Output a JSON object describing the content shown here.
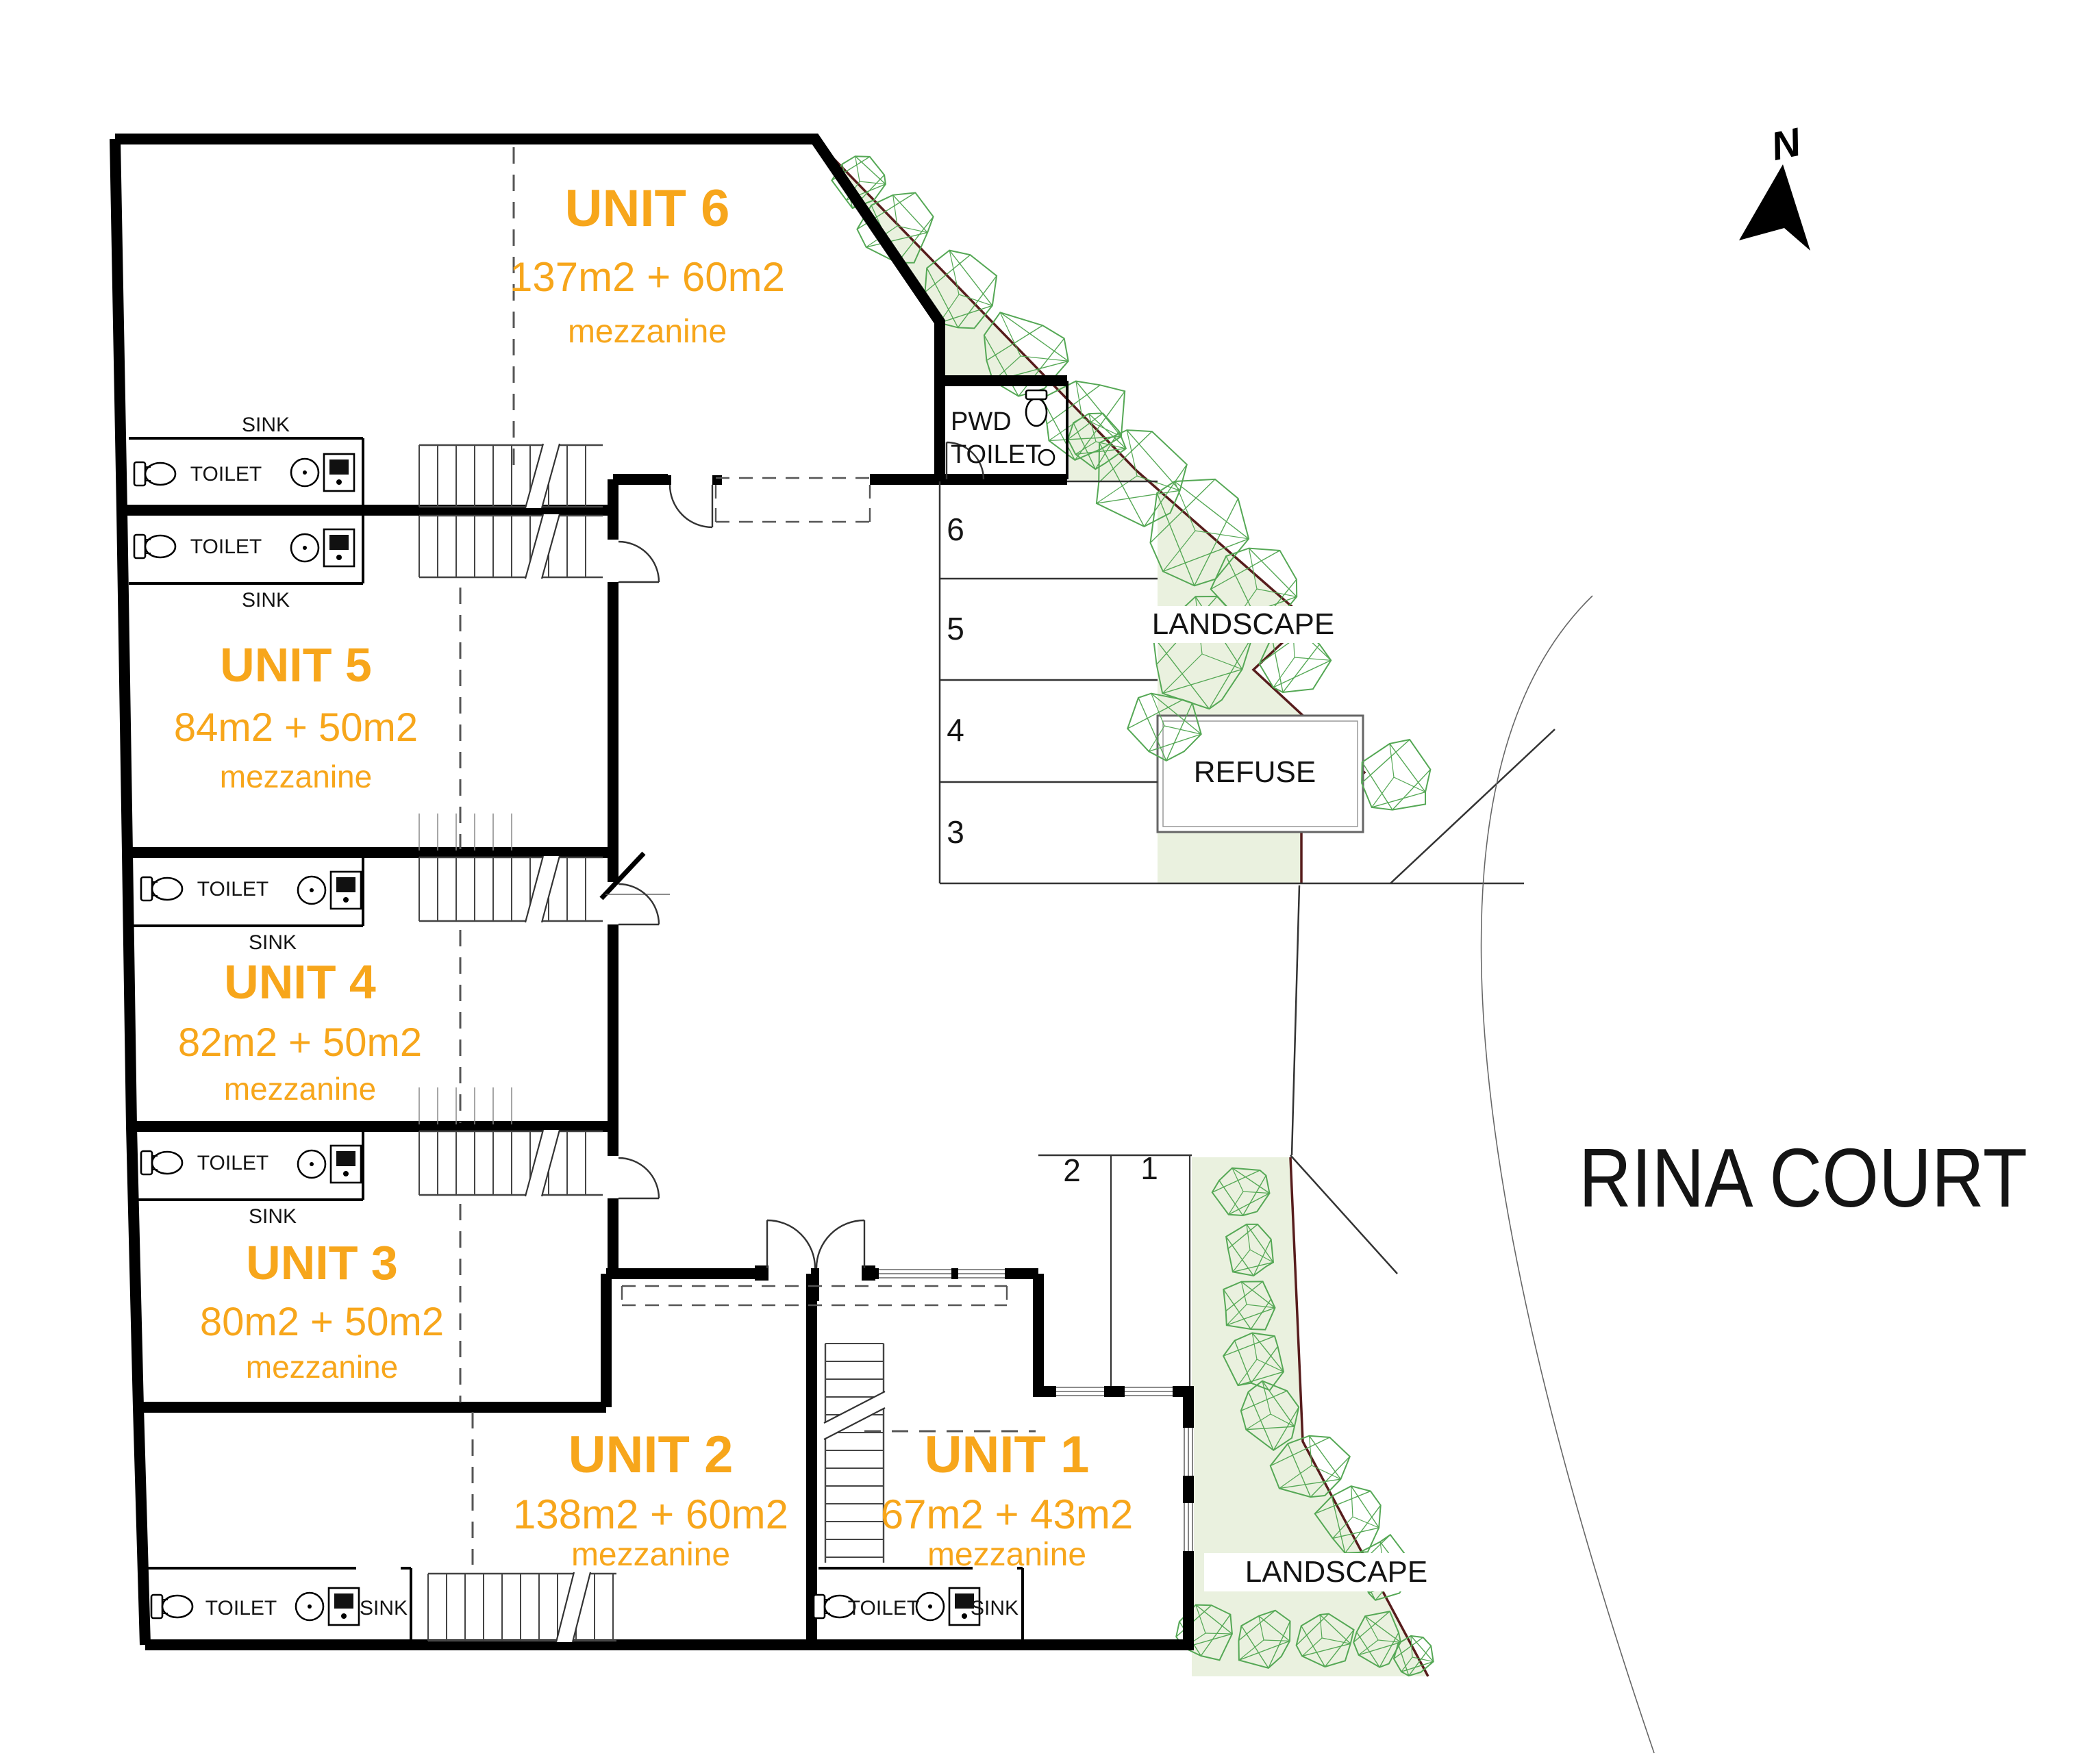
{
  "title": "RINA COURT site plan",
  "colors": {
    "accent": "#F7A61B",
    "landscape_fill": "#EAF1DF",
    "tree_stroke": "#55A855",
    "boundary": "#571C1C",
    "wall": "#000000",
    "line": "#333333"
  },
  "labels": {
    "toilet": "TOILET",
    "sink": "SINK",
    "pwd_line1": "PWD",
    "pwd_line2": "TOILET",
    "landscape": "LANDSCAPE",
    "refuse": "REFUSE",
    "street": "RINA COURT",
    "north": "N"
  },
  "units": [
    {
      "name": "UNIT 6",
      "area": "137m2 + 60m2",
      "note": "mezzanine"
    },
    {
      "name": "UNIT 5",
      "area": "84m2 + 50m2",
      "note": "mezzanine"
    },
    {
      "name": "UNIT 4",
      "area": "82m2 + 50m2",
      "note": "mezzanine"
    },
    {
      "name": "UNIT 3",
      "area": "80m2 + 50m2",
      "note": "mezzanine"
    },
    {
      "name": "UNIT 2",
      "area": "138m2 + 60m2",
      "note": "mezzanine"
    },
    {
      "name": "UNIT 1",
      "area": "67m2 + 43m2",
      "note": "mezzanine"
    }
  ],
  "parking": {
    "spaces": [
      "6",
      "5",
      "4",
      "3",
      "2",
      "1"
    ]
  }
}
